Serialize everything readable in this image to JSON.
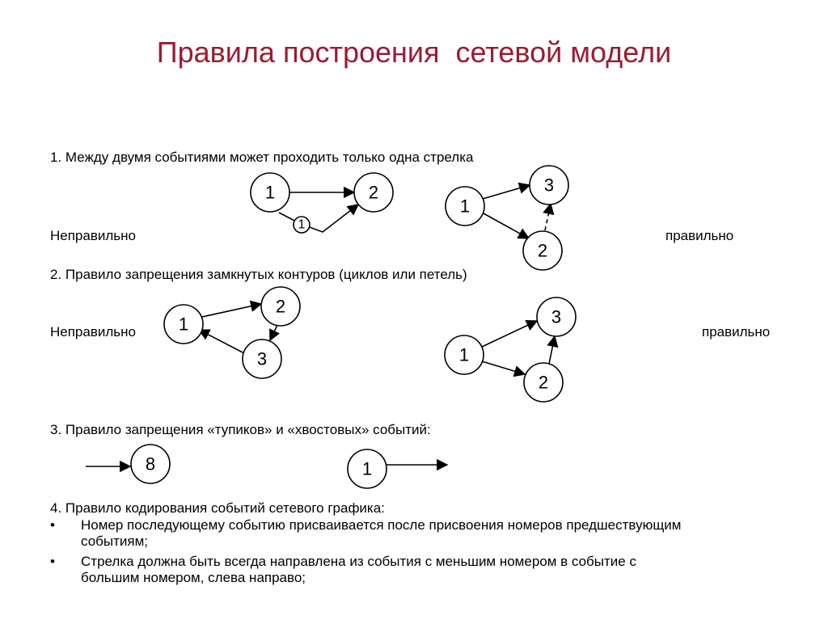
{
  "title": "Правила построения  сетевой модели",
  "rule1": {
    "heading": "1. Между двумя событиями может проходить только одна стрелка",
    "wrong_label": "Неправильно",
    "right_label": "правильно",
    "wrong_nodes": [
      "1",
      "2",
      "1"
    ],
    "right_nodes": [
      "1",
      "3",
      "2"
    ]
  },
  "rule2": {
    "heading": "2. Правило запрещения замкнутых контуров (циклов или петель)",
    "wrong_label": "Неправильно",
    "right_label": "правильно",
    "wrong_nodes": [
      "1",
      "2",
      "3"
    ],
    "right_nodes": [
      "1",
      "3",
      "2"
    ]
  },
  "rule3": {
    "heading": "3. Правило запрещения «тупиков» и «хвостовых» событий:",
    "nodes": [
      "8",
      "1"
    ]
  },
  "rule4": {
    "heading": "4. Правило кодирования событий сетевого графика:",
    "bullets": [
      "Номер последующему событию присваивается после присвоения номеров предшествующим событиям;",
      "Стрелка должна быть всегда направлена из события с меньшим номером в событие с большим номером, слева направо;"
    ],
    "bullet_symbol": "•"
  },
  "colors": {
    "title": "#9b1b30",
    "text": "#000000"
  }
}
